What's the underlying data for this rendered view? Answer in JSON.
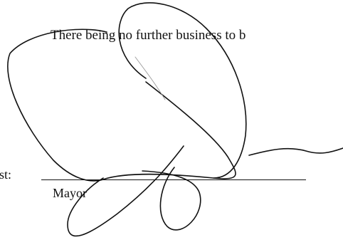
{
  "document": {
    "closing_text": "There being no further business to b",
    "attest_label": "test:",
    "signature_role": "Mayor"
  },
  "signature": {
    "icon": "handwritten-signature",
    "ink_color": "#111111"
  }
}
